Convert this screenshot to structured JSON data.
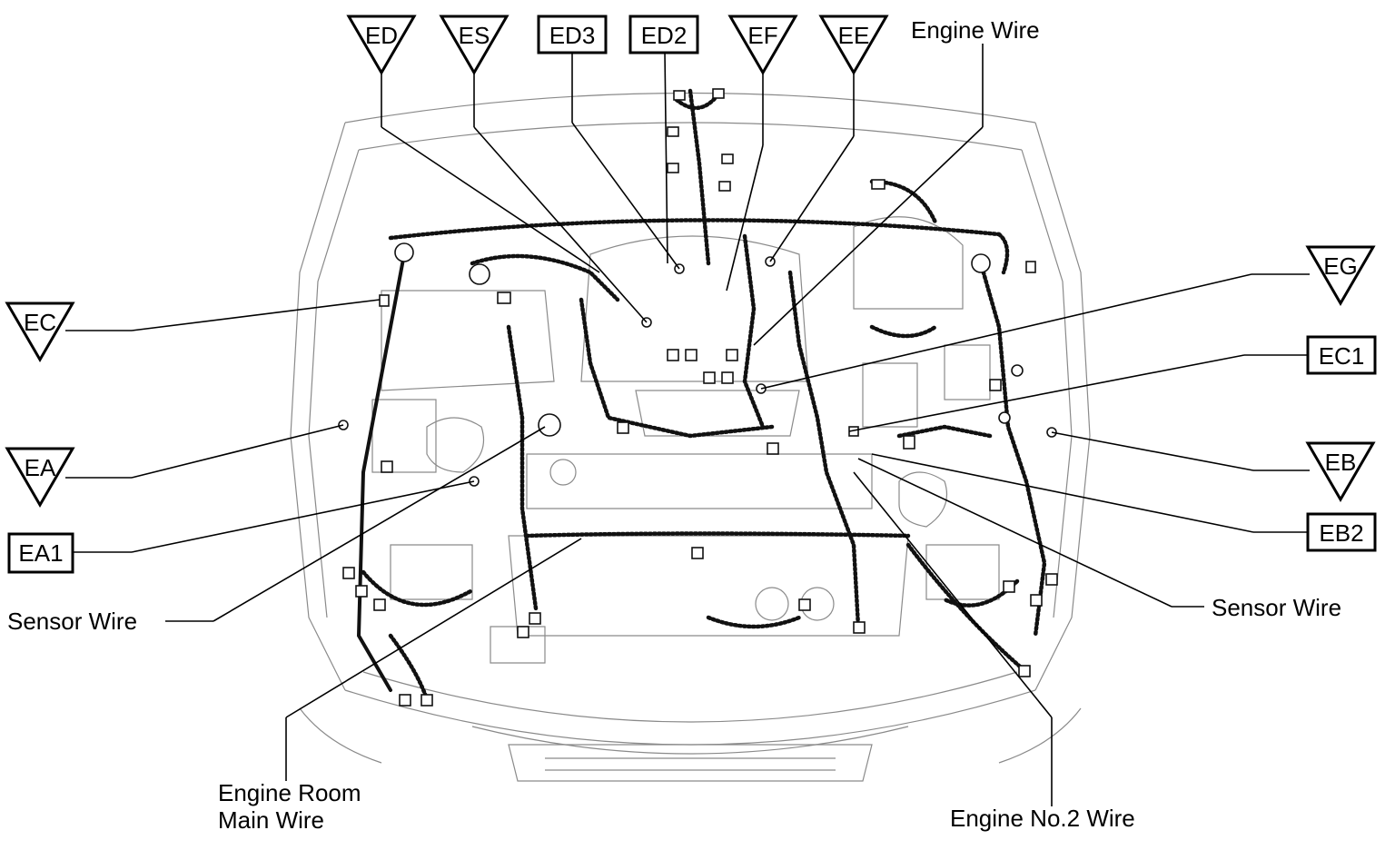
{
  "diagram": {
    "triangle_tags": {
      "ED": "ED",
      "ES": "ES",
      "EF": "EF",
      "EE": "EE",
      "EG": "EG",
      "EC": "EC",
      "EA": "EA",
      "EB": "EB"
    },
    "box_tags": {
      "ED3": "ED3",
      "ED2": "ED2",
      "EC1": "EC1",
      "EA1": "EA1",
      "EB2": "EB2"
    },
    "labels": {
      "engine_wire": "Engine Wire",
      "sensor_wire_left": "Sensor Wire",
      "sensor_wire_right": "Sensor Wire",
      "engine_room_main_wire_line1": "Engine Room",
      "engine_room_main_wire_line2": "Main Wire",
      "engine_no2_wire": "Engine No.2 Wire"
    }
  }
}
